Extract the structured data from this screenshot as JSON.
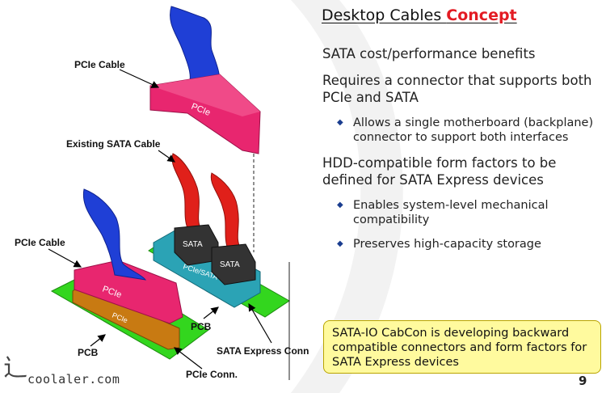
{
  "slide": {
    "title_plain": "Desktop Cables ",
    "title_accent": "Concept",
    "page_number": "9",
    "watermark": "coolaler.com",
    "colors": {
      "accent": "#e31b23",
      "pcie_pink": "#e8266f",
      "sata_teal": "#2ba3b5",
      "pcb_green": "#33d61e",
      "cable_blue": "#1f3fd6",
      "cable_red": "#e0201a",
      "callout_bg": "#fffa9e"
    }
  },
  "bullets": [
    {
      "level": 1,
      "text": "SATA cost/performance benefits"
    },
    {
      "level": 1,
      "text": "Requires a connector that supports both PCIe and SATA"
    },
    {
      "level": 2,
      "text": "Allows a single motherboard (backplane) connector to support both interfaces"
    },
    {
      "level": 1,
      "text": "HDD-compatible form factors to be defined for SATA Express devices"
    },
    {
      "level": 2,
      "text": "Enables system-level mechanical compatibility"
    },
    {
      "level": 2,
      "text": "Preserves high-capacity storage"
    }
  ],
  "callout": {
    "text": "SATA-IO CabCon  is developing backward compatible connectors and form factors for SATA Express devices"
  },
  "diagram": {
    "labels": {
      "pcie_cable_top": "PCIe Cable",
      "existing_sata_cable": "Existing SATA Cable",
      "pcie_cable_bottom": "PCIe Cable",
      "pcb_left": "PCB",
      "pcb_right": "PCB",
      "sata_express_conn": "SATA Express Conn",
      "pcie_conn": "PCIe Conn."
    },
    "markings": {
      "pcie_top": "PCIe",
      "pcie_mid": "PCIe",
      "pcie_low": "PCIe",
      "sata_1": "SATA",
      "sata_2": "SATA",
      "pcie_sata": "PCIe/SATA"
    }
  }
}
